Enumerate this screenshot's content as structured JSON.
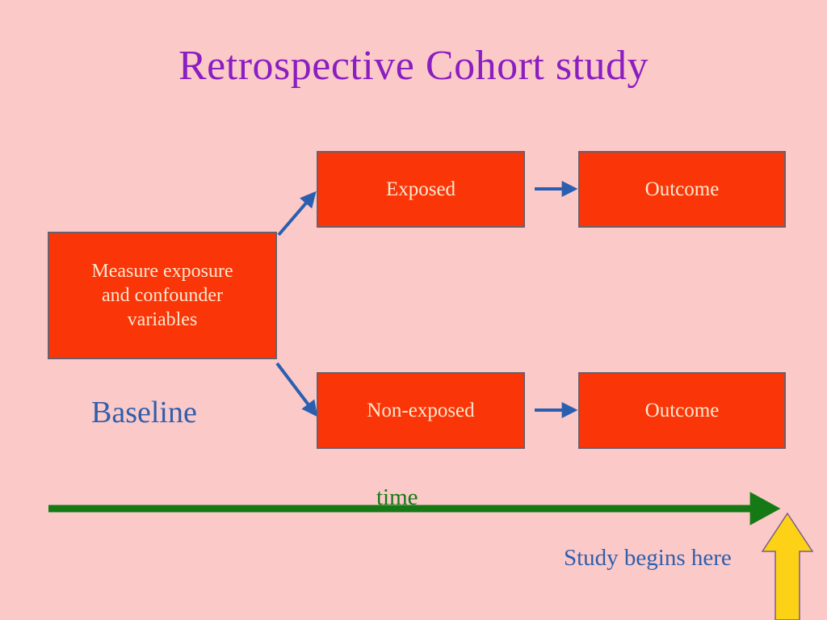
{
  "slide": {
    "title": "Retrospective Cohort study",
    "background_color": "#fcc9c9",
    "title_color": "#8a1ec0"
  },
  "boxes": {
    "measure": {
      "line1": "Measure exposure",
      "line2": "and confounder",
      "line3": "variables",
      "fill_color": "#fa3508",
      "text_color": "#fde8cf",
      "border_color": "#6b5f6b"
    },
    "exposed": {
      "label": "Exposed"
    },
    "outcome_top": {
      "label": "Outcome"
    },
    "nonexposed": {
      "label": "Non-exposed"
    },
    "outcome_bottom": {
      "label": "Outcome"
    }
  },
  "labels": {
    "baseline": "Baseline",
    "time": "time",
    "study_begins": "Study begins here",
    "baseline_color": "#2e5fac",
    "time_color": "#157a16",
    "study_begins_color": "#2e5fac"
  },
  "arrows": {
    "branch_up": "branch-arrow-to-exposed",
    "branch_down": "branch-arrow-to-nonexposed",
    "exposed_to_outcome": "arrow-exposed-to-outcome",
    "nonexposed_to_outcome": "arrow-nonexposed-to-outcome",
    "timeline": "timeline-arrow",
    "study_marker": "study-begins-up-arrow",
    "blue_color": "#2a5fb0",
    "green_color": "#157a16",
    "yellow_color": "#fcd116"
  }
}
